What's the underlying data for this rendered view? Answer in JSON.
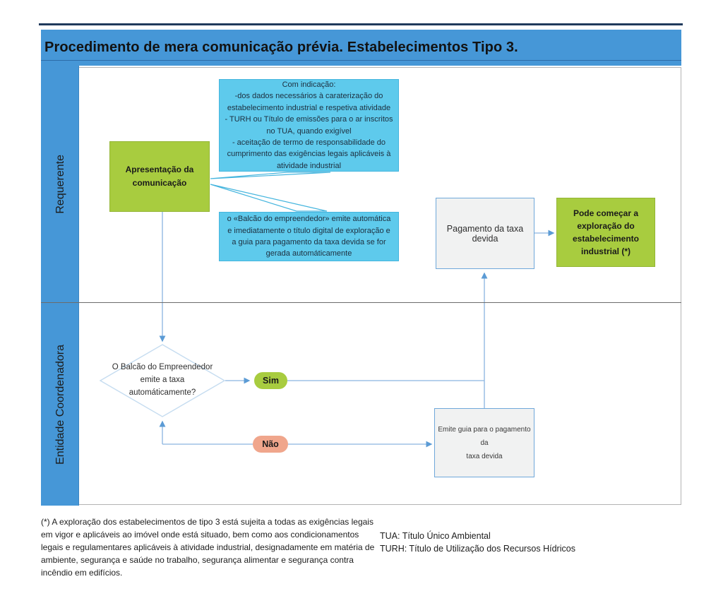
{
  "title": "Procedimento de mera comunicação prévia. Estabelecimentos Tipo 3.",
  "lanes": {
    "top": "Requerente",
    "bottom": "Entidade Coordenadora"
  },
  "flow": {
    "apresentacao": "Apresentação da\ncomunicação",
    "com_indicacao": "Com indicação:\n-dos dados necessários à caraterização do\nestabelecimento industrial e respetiva atividade\n- TURH ou Título de emissões para o ar inscritos\nno TUA, quando exigível\n- aceitação de termo de responsabilidade do\ncumprimento das exigências legais aplicáveis à\natividade industrial",
    "balcao_emite": "o «Balcão do empreendedor» emite automática\ne imediatamente o título digital de exploração e\na guia para pagamento da taxa devida se for\ngerada automáticamente",
    "pagamento": "Pagamento da taxa devida",
    "pode_comecar": "Pode começar a\nexploração do\nestabelecimento\nindustrial (*)",
    "decisao": "O Balcão do Empreendedor\nemite a taxa\nautomáticamente?",
    "sim": "Sim",
    "nao": "Não",
    "emite_guia": "Emite guia para o pagamento da\ntaxa devida"
  },
  "footnote": "(*) A exploração dos estabelecimentos de tipo 3 está sujeita a todas as exigências legais\nem vigor e aplicáveis ao imóvel onde está situado, bem como aos condicionamentos\nlegais e regulamentares aplicáveis à atividade industrial, designadamente em matéria de\nambiente, segurança e saúde no trabalho, segurança alimentar e segurança contra\nincêndio em edifícios.",
  "legend": {
    "tua": "TUA: Título Único Ambiental",
    "turh": "TURH: Título de Utilização dos Recursos Hídricos"
  },
  "colors": {
    "bar_blue": "#4697d7",
    "green": "#a8cc3f",
    "cyan": "#5ecaec",
    "salmon": "#f0a68c",
    "connector": "#8ab4e0",
    "arrowhead": "#5b9bd5",
    "box_border": "#6fa8da",
    "diamond_border": "#c5dcf0"
  }
}
